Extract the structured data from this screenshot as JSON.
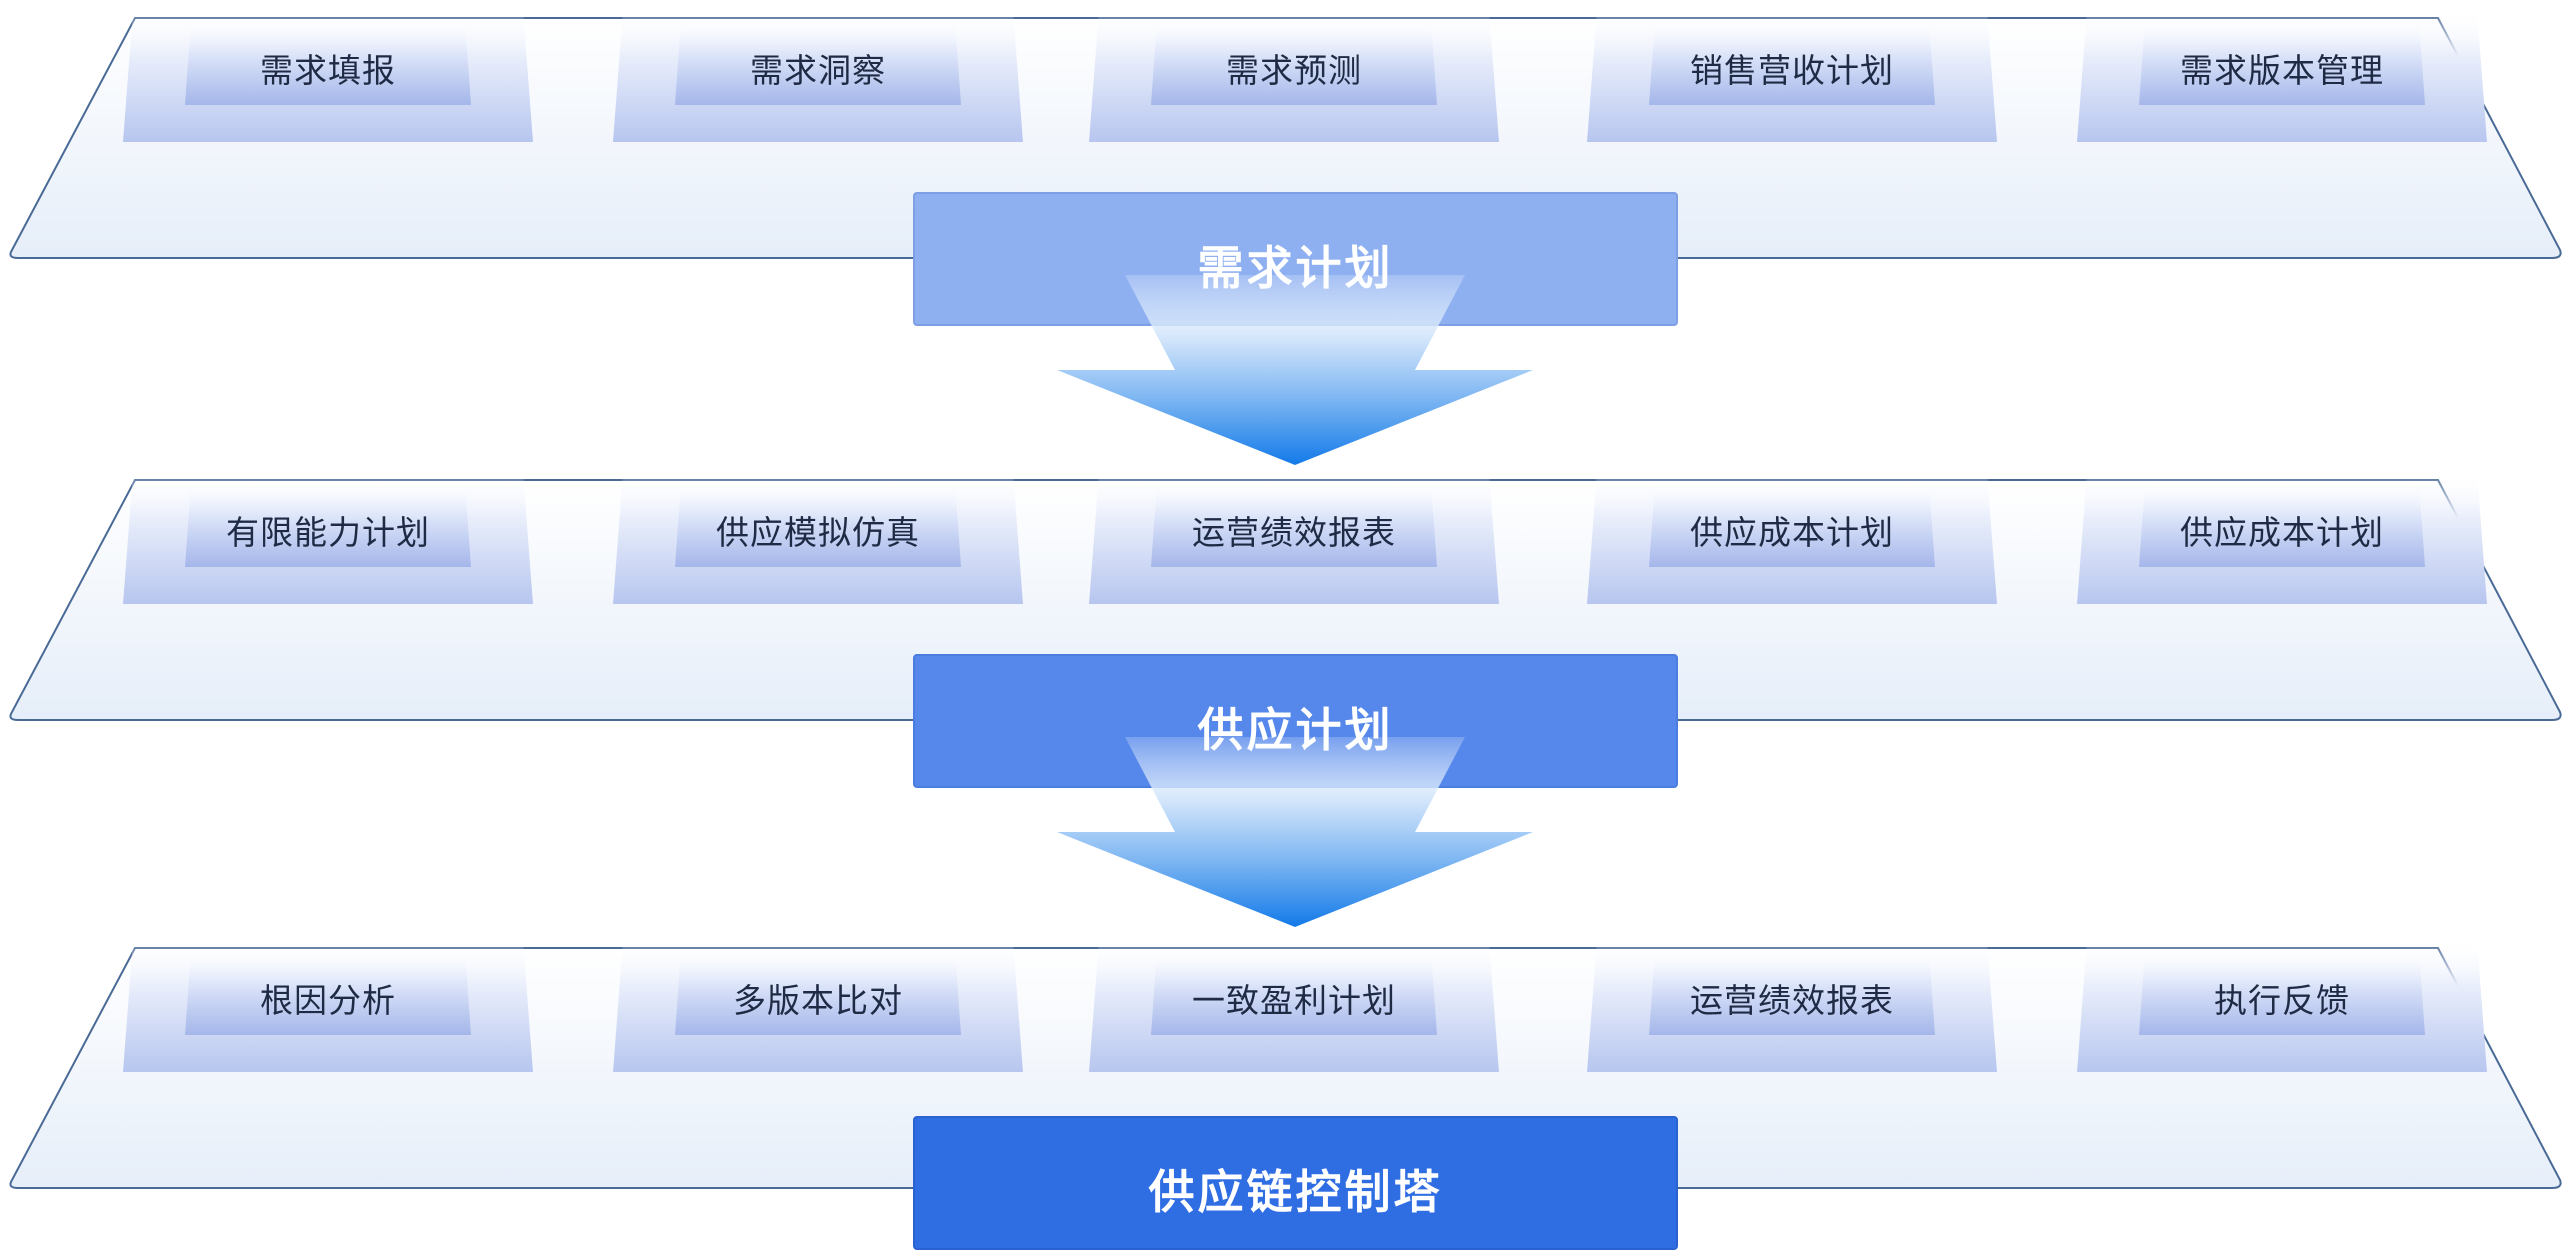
{
  "layers": [
    {
      "title": "需求计划",
      "modules": [
        "需求填报",
        "需求洞察",
        "需求预测",
        "销售营收计划",
        "需求版本管理"
      ]
    },
    {
      "title": "供应计划",
      "modules": [
        "有限能力计划",
        "供应模拟仿真",
        "运营绩效报表",
        "供应成本计划",
        "供应成本计划"
      ]
    },
    {
      "title": "供应链控制塔",
      "modules": [
        "根因分析",
        "多版本比对",
        "一致盈利计划",
        "运营绩效报表",
        "执行反馈"
      ]
    }
  ],
  "colors": {
    "platform_fill_top": "#ffffff",
    "platform_fill_bottom": "#e8f1fb",
    "platform_stroke": "#4a6a96",
    "tile_light": "#eef2fc",
    "tile_dark": "#b3c3ee",
    "section_1": "#8eb0f1",
    "section_2": "#5588ea",
    "section_3": "#2f6de3",
    "arrow_top": "#dcebfb",
    "arrow_bottom": "#1a7be8"
  }
}
